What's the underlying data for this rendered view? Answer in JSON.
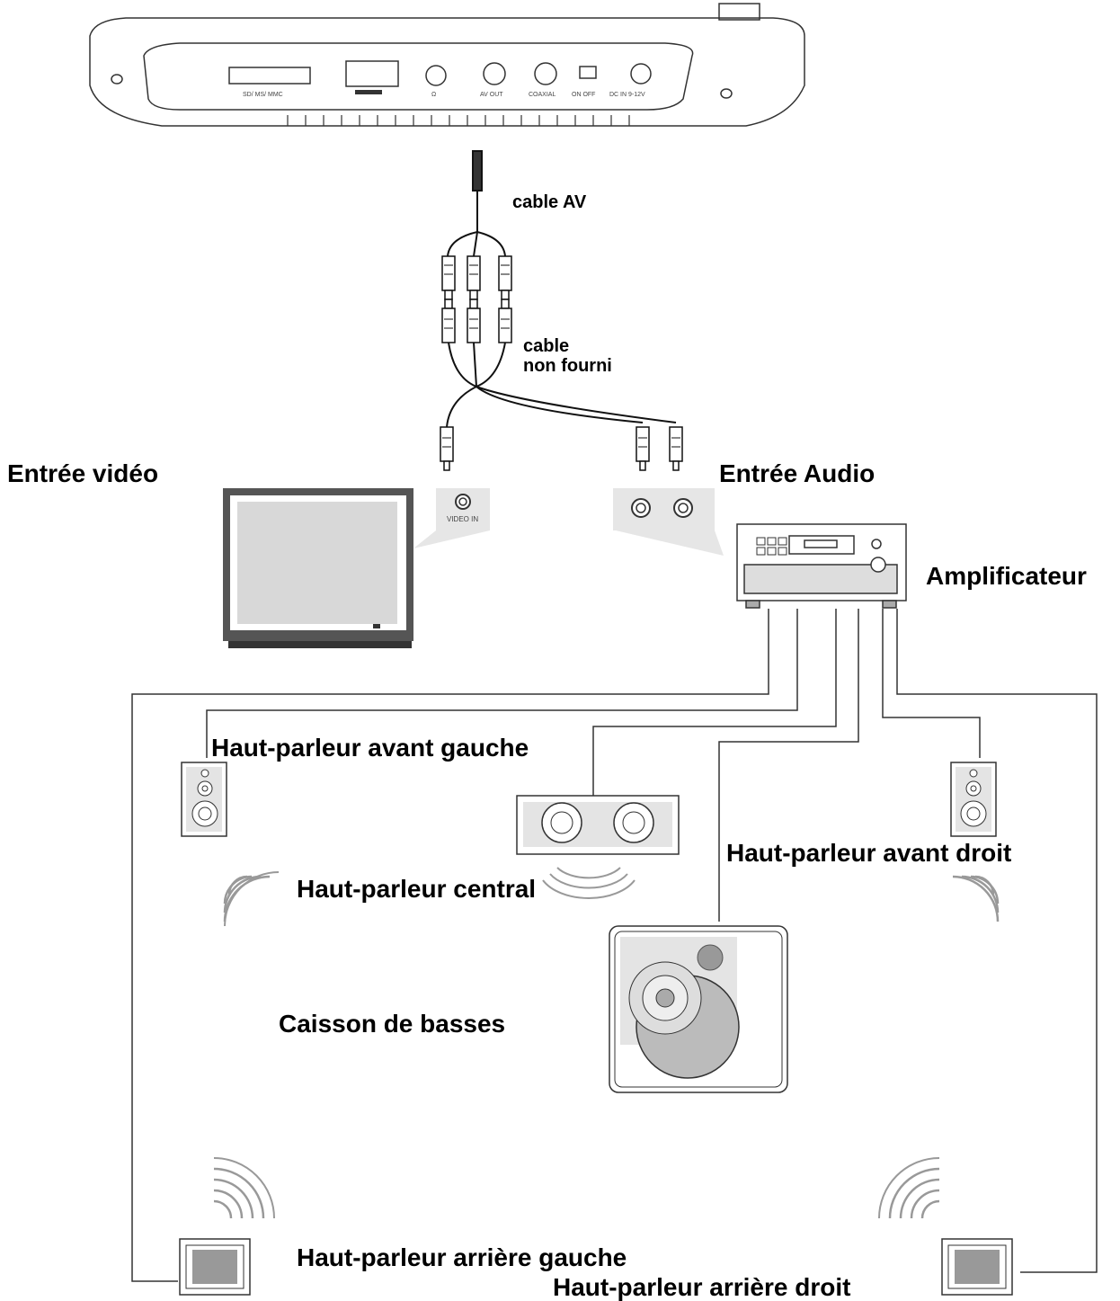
{
  "dvd_player": {
    "ports": [
      "SD/ MS/ MMC",
      "AV OUT",
      "COAXIAL",
      "ON OFF",
      "DC IN 9-12V"
    ]
  },
  "cables": {
    "av_cable": "cable AV",
    "extra_cable_line1": "cable",
    "extra_cable_line2": "non fourni"
  },
  "inputs": {
    "video_label": "Entrée vidéo",
    "video_jack": "VIDEO IN",
    "audio_label": "Entrée Audio"
  },
  "amplifier": {
    "label": "Amplificateur"
  },
  "speakers": {
    "front_left": "Haut-parleur avant gauche",
    "front_right": "Haut-parleur avant droit",
    "center": "Haut-parleur central",
    "subwoofer": "Caisson de basses",
    "rear_left": "Haut-parleur arrière gauche",
    "rear_right": "Haut-parleur arrière droit"
  }
}
